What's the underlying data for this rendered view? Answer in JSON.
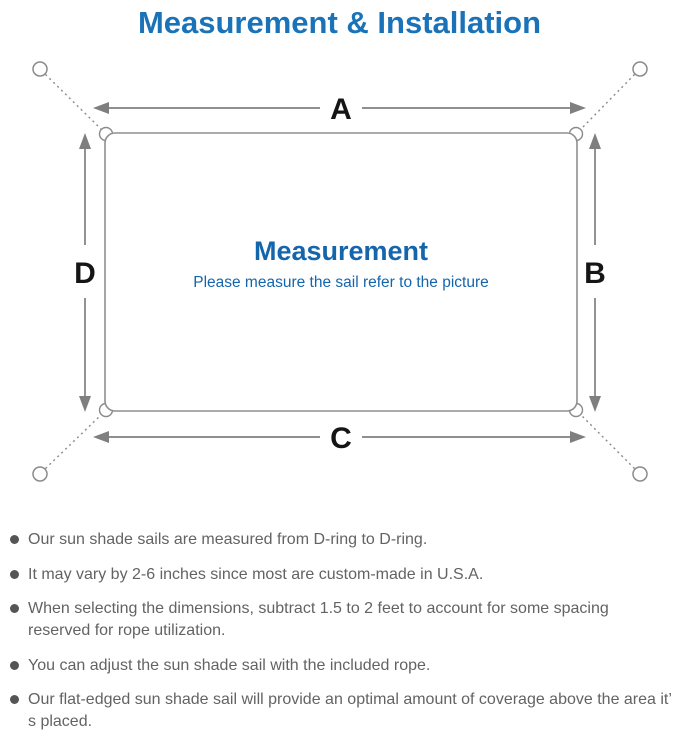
{
  "title": "Measurement & Installation",
  "diagram": {
    "heading": "Measurement",
    "subheading": "Please measure the sail refer to the picture",
    "side_labels": {
      "top": "A",
      "right": "B",
      "bottom": "C",
      "left": "D"
    }
  },
  "notes": [
    {
      "text": "Our sun shade sails are measured from D-ring to D-ring."
    },
    {
      "text": "It may vary by 2-6 inches since most are custom-made in U.S.A."
    },
    {
      "text": "When selecting the dimensions, subtract 1.5 to 2 feet to account for some spacing reserved for rope utilization."
    },
    {
      "text": "You can adjust the sun shade sail with the included rope."
    },
    {
      "text": "Our flat-edged sun shade sail will provide an optimal amount of coverage above the area it’ s placed."
    }
  ],
  "colors": {
    "title_blue": "#1a73b8",
    "diagram_blue": "#1565ad",
    "line_gray": "#8a8a8a",
    "arrow_gray": "#7f7f7f",
    "label_black": "#151515",
    "note_text_gray": "#636363",
    "bullet_gray": "#555555"
  }
}
